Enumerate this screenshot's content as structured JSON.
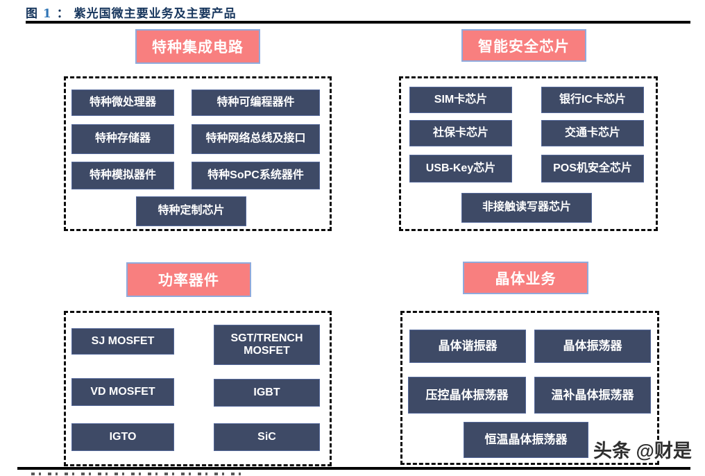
{
  "figure": {
    "label_prefix": "图",
    "label_number": "1",
    "label_colon": "：",
    "title": "紫光国微主要业务及主要产品"
  },
  "watermark": "头条 @财是",
  "colors": {
    "header_bg": "#F87F7F",
    "header_border": "#8FAADC",
    "box_bg": "#3E4A66",
    "box_border": "#54689A",
    "title_text": "#17365D",
    "title_number": "#2E74B5",
    "dashed_border": "#0B0B0B",
    "box_text": "#FFFFFF"
  },
  "quadrants": [
    {
      "id": "special-integrated-circuits",
      "header": "特种集成电路",
      "items": [
        "特种微处理器",
        "特种可编程器件",
        "特种存储器",
        "特种网络总线及接口",
        "特种模拟器件",
        "特种SoPC系统器件",
        "特种定制芯片"
      ]
    },
    {
      "id": "smart-security-chips",
      "header": "智能安全芯片",
      "items": [
        "SIM卡芯片",
        "银行IC卡芯片",
        "社保卡芯片",
        "交通卡芯片",
        "USB-Key芯片",
        "POS机安全芯片",
        "非接触读写器芯片"
      ]
    },
    {
      "id": "power-devices",
      "header": "功率器件",
      "items": [
        "SJ MOSFET",
        "SGT/TRENCH MOSFET",
        "VD MOSFET",
        "IGBT",
        "IGTO",
        "SiC"
      ]
    },
    {
      "id": "crystal-business",
      "header": "晶体业务",
      "items": [
        "晶体谐振器",
        "晶体振荡器",
        "压控晶体振荡器",
        "温补晶体振荡器",
        "恒温晶体振荡器"
      ]
    }
  ]
}
